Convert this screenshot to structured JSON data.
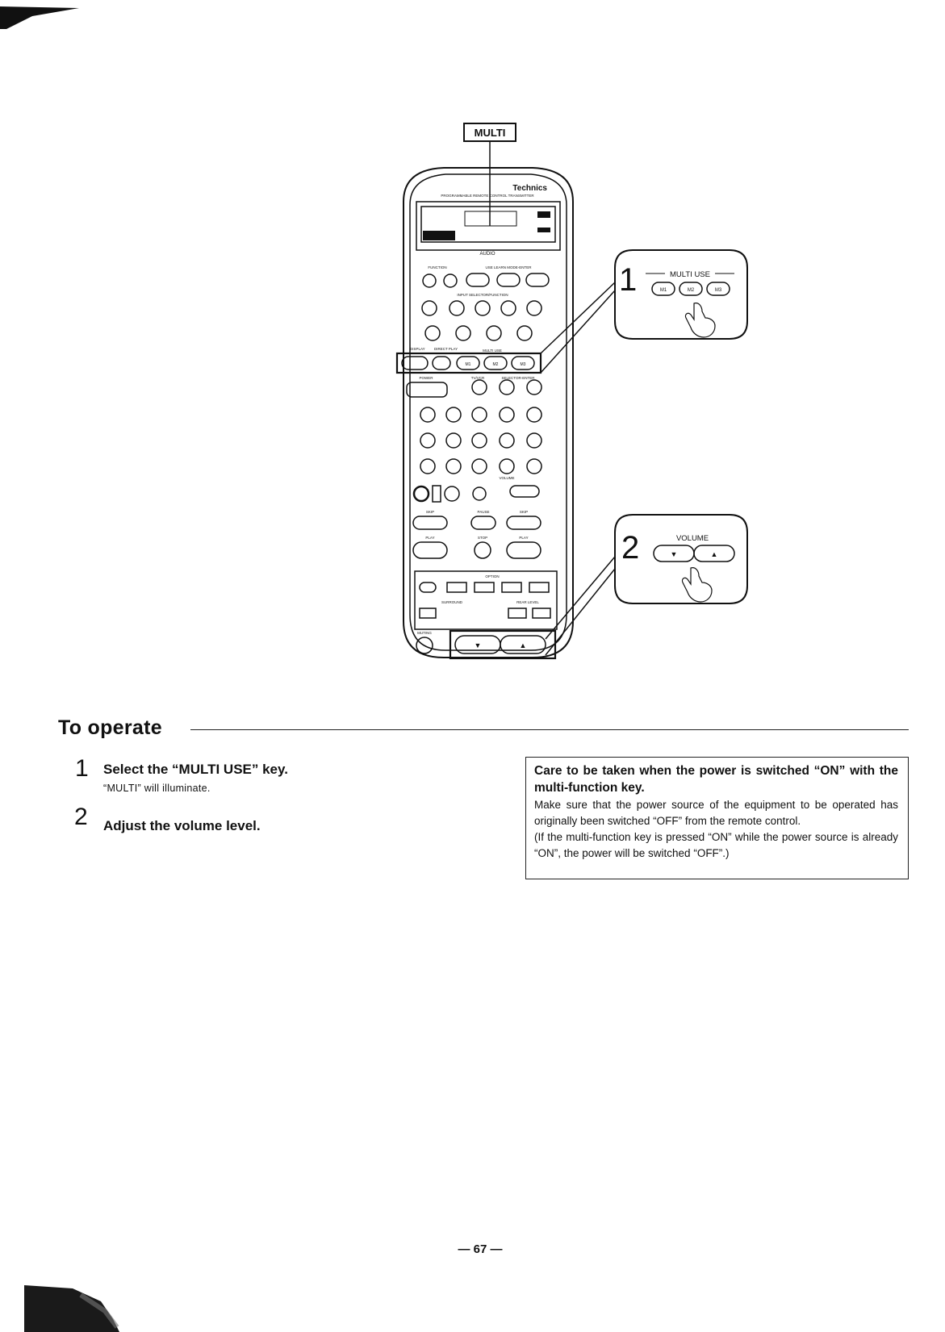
{
  "illustration": {
    "multi_indicator_label": "MULTI",
    "brand": "Technics",
    "remote_model_text": "PROGRAMMABLE REMOTE CONTROL TRANSMITTER",
    "section_audio": "AUDIO",
    "label_function": "FUNCTION",
    "label_use_learn": "USE LEARN MODE-ENTER",
    "label_input_selector": "INPUT SELECTOR/FUNCTION",
    "label_display": "DISPLAY",
    "label_direct_play": "DIRECT PLAY",
    "label_power": "POWER",
    "label_tv_vcr": "TV/VCR",
    "label_selector_enter": "SELECTOR-ENTER",
    "label_muting": "MUTING",
    "label_volume_small": "VOLUME",
    "label_option": "OPTION",
    "label_surround": "SURROUND",
    "label_rear_level": "REAR LEVEL",
    "label_play": "PLAY",
    "label_stop": "STOP",
    "label_pause": "PAUSE",
    "label_skip": "SKIP",
    "multi_use_small": "MULTI USE",
    "m1": "M1",
    "m2": "M2",
    "m3": "M3",
    "callout1_number": "1",
    "callout1_label": "MULTI USE",
    "callout2_number": "2",
    "callout2_label": "VOLUME",
    "vol_down": "▼",
    "vol_up": "▲"
  },
  "section": {
    "heading": "To operate"
  },
  "steps": [
    {
      "number": "1",
      "title": "Select the “MULTI USE” key.",
      "note": "“MULTI” will illuminate."
    },
    {
      "number": "2",
      "title": "Adjust the volume level."
    }
  ],
  "caution": {
    "title": "Care to be taken when the power is switched “ON” with the multi-function key.",
    "paragraph1": "Make sure that the power source of the equipment to be operated has originally been switched “OFF” from the remote control.",
    "paragraph2": "(If the multi-function key is pressed “ON” while the power source is already “ON”, the power will be switched “OFF”.)"
  },
  "footer": {
    "page_number": "— 67 —"
  }
}
